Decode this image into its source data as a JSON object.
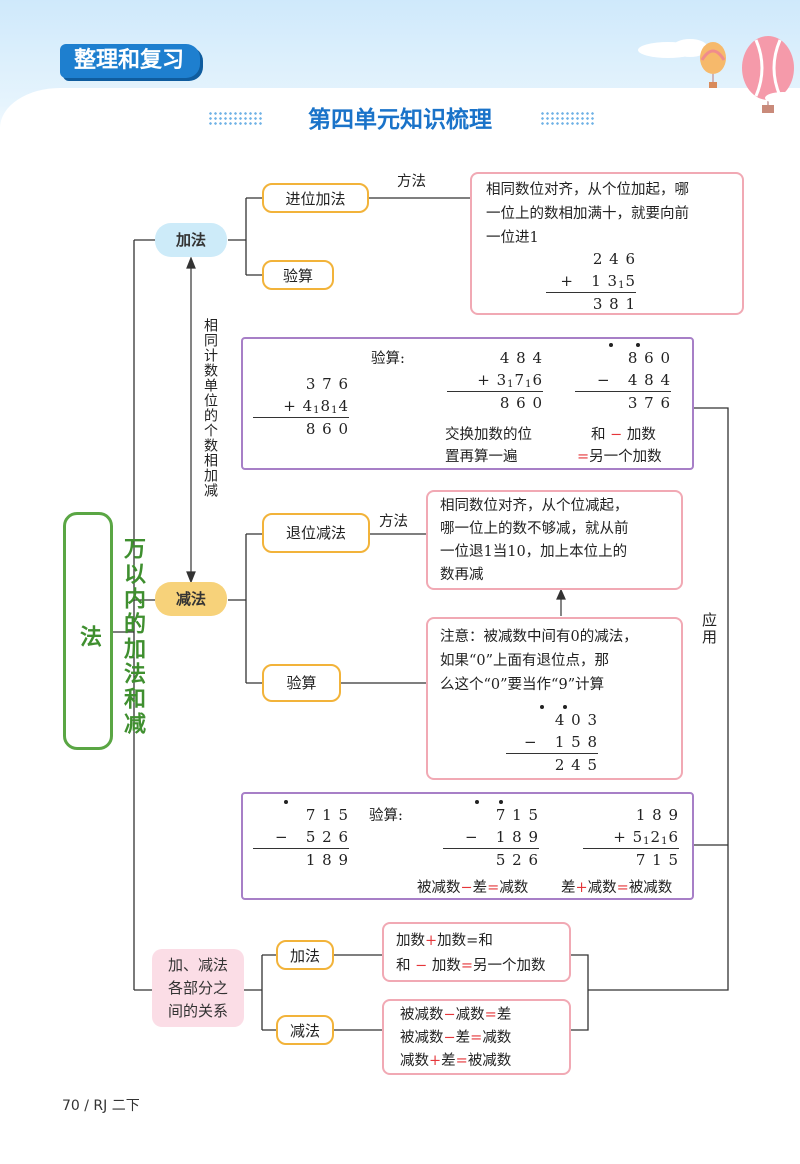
{
  "header": {
    "section_tag": "整理和复习",
    "title": "第四单元知识梳理"
  },
  "root": {
    "label": "万以内的加法和减法"
  },
  "addition": {
    "label": "加法",
    "carry_node": "进位加法",
    "check_node": "验算",
    "method_label": "方法",
    "method_lines": [
      "相同数位对齐，从个位加起，哪",
      "一位上的数相加满十，就要向前",
      "一位进1"
    ],
    "example": {
      "top": "2 4 6",
      "op": "+",
      "bottom": "1 3 5",
      "carry": "1",
      "result": "3 8 1"
    }
  },
  "vertical_note": "相同计数单位的个数相加减",
  "add_check": {
    "check_label": "验算:",
    "main": {
      "top": "3 7 6",
      "op": "+",
      "bottom": "4 8 4",
      "carry1": "1",
      "carry2": "1",
      "result": "8 6 0"
    },
    "swap": {
      "top": "4 8 4",
      "op": "+",
      "bottom": "3 7 6",
      "carry1": "1",
      "carry2": "1",
      "result": "8 6 0"
    },
    "sub": {
      "top": "8 6 0",
      "op": "−",
      "bottom": "4 8 4",
      "result": "3 7 6"
    },
    "swap_note": [
      "交换加数的位",
      "置再算一遍"
    ],
    "rule_line1": [
      "和",
      "−",
      "加数"
    ],
    "rule_line2": [
      "=",
      "另一个加数"
    ]
  },
  "subtraction": {
    "label": "减法",
    "borrow_node": "退位减法",
    "check_node": "验算",
    "method_label": "方法",
    "method_lines": [
      "相同数位对齐，从个位减起，",
      "哪一位上的数不够减，就从前",
      "一位退1当10，加上本位上的",
      "数再减"
    ],
    "note_lines": [
      "注意：被减数中间有0的减法，",
      "如果“0”上面有退位点，那",
      "么这个“0”要当作“9”计算"
    ],
    "example": {
      "top": "4 0 3",
      "op": "−",
      "bottom": "1 5 8",
      "result": "2 4 5"
    }
  },
  "application_label": "应用",
  "sub_check": {
    "check_label": "验算:",
    "main": {
      "top": "7 1 5",
      "op": "−",
      "bottom": "5 2 6",
      "result": "1 8 9"
    },
    "check1": {
      "top": "7 1 5",
      "op": "−",
      "bottom": "1 8 9",
      "result": "5 2 6"
    },
    "check2": {
      "top": "1 8 9",
      "op": "+",
      "bottom": "5 2 6",
      "carry1": "1",
      "carry2": "1",
      "result": "7 1 5"
    },
    "rule1": [
      "被减数",
      "−",
      "差",
      "=",
      "减数"
    ],
    "rule2": [
      "差",
      "+",
      "减数",
      "=",
      "被减数"
    ]
  },
  "relations": {
    "label_lines": [
      "加、减法",
      "各部分之",
      "间的关系"
    ],
    "add_node": "加法",
    "sub_node": "减法",
    "add_rules": [
      [
        "加数",
        "+",
        "加数",
        "=",
        "和"
      ],
      [
        "和",
        "−",
        "加数",
        "=",
        "另一个加数"
      ]
    ],
    "sub_rules": [
      [
        "被减数",
        "−",
        "减数",
        "=",
        "差"
      ],
      [
        "被减数",
        "−",
        "差",
        "=",
        "减数"
      ],
      [
        "减数",
        "+",
        "差",
        "=",
        "被减数"
      ]
    ]
  },
  "footer": {
    "page": "70 / RJ 二下"
  },
  "colors": {
    "accent_blue": "#1e7fcf",
    "orange": "#f2b33a",
    "pink": "#f1a9b4",
    "purple": "#a77fc7",
    "green": "#5aa644",
    "red": "#e5363a"
  }
}
